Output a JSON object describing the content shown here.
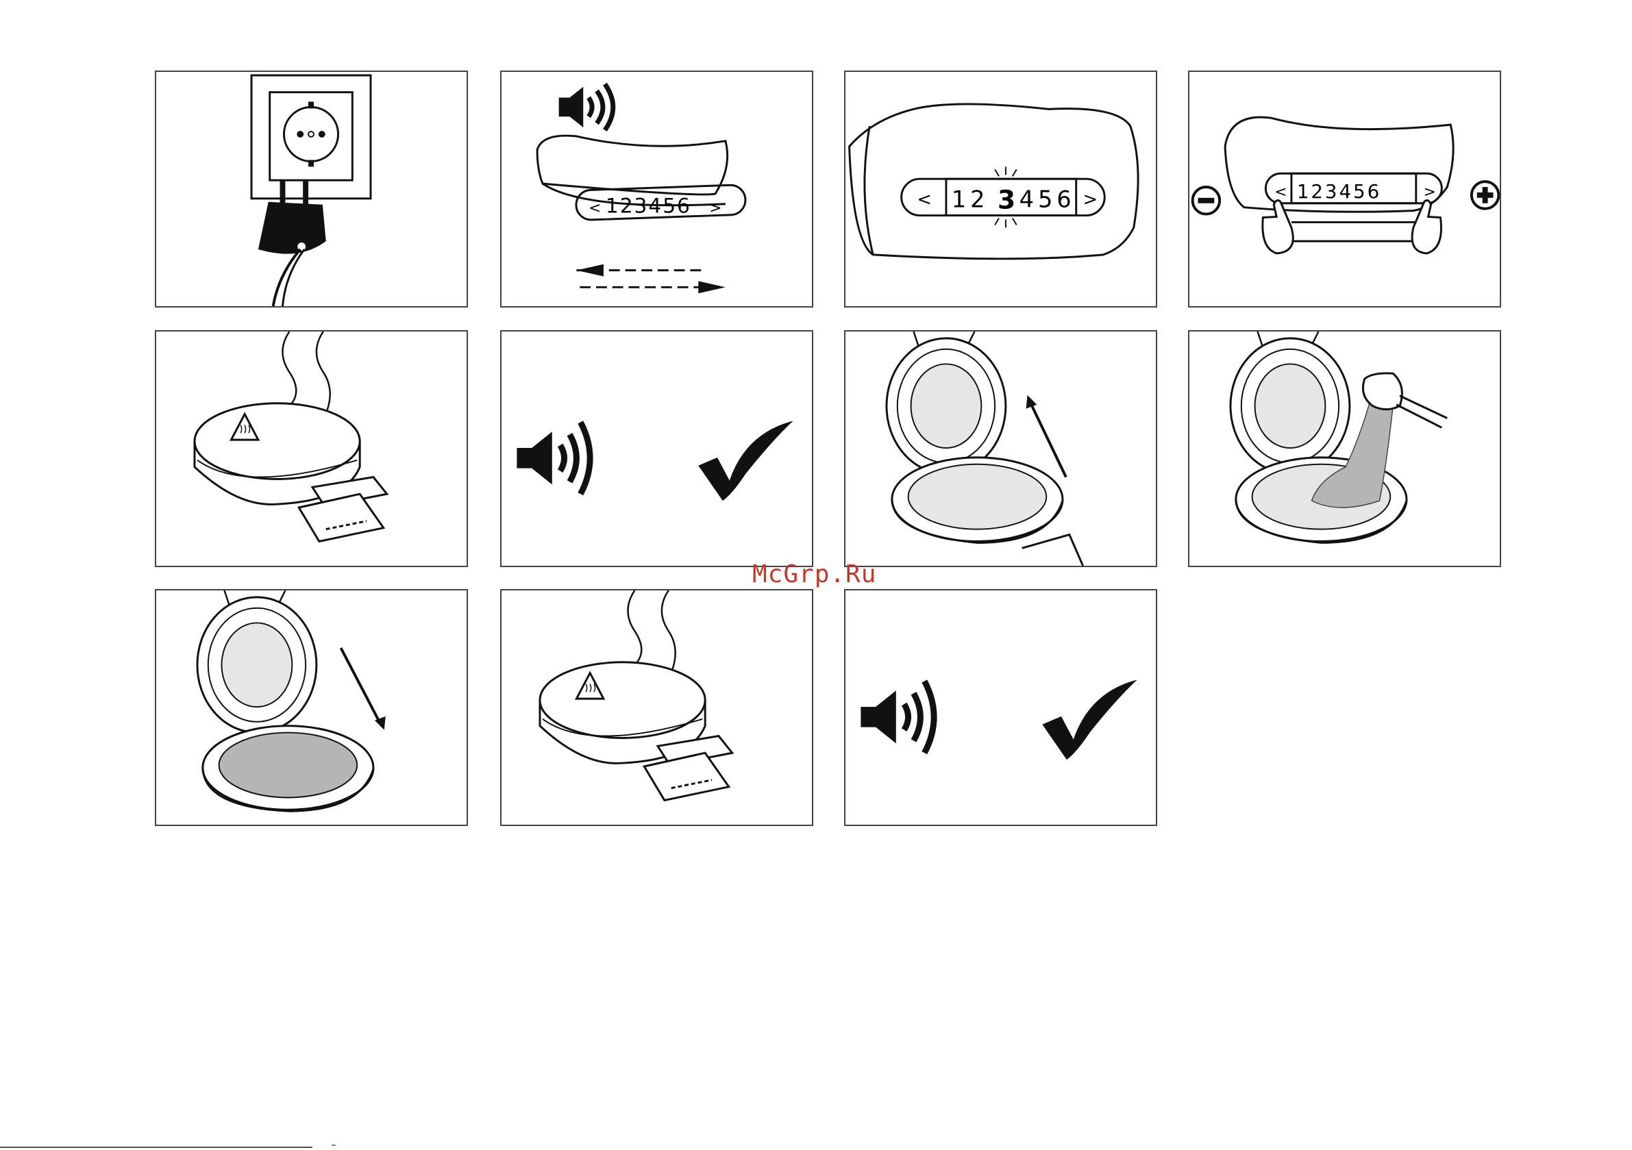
{
  "watermark": "McGrp.Ru",
  "panels": [
    {
      "id": "plug-in"
    },
    {
      "id": "beep-scroll",
      "display": {
        "left": "<",
        "digits": "123456",
        "right": ">"
      }
    },
    {
      "id": "level-select",
      "display": {
        "left": "<",
        "pre": "12",
        "selected": "3",
        "post": "456",
        "right": ">"
      }
    },
    {
      "id": "adjust-level",
      "display": {
        "left": "<",
        "digits": "123456",
        "right": ">"
      },
      "minus_symbol": "minus-icon",
      "plus_symbol": "plus-icon"
    },
    {
      "id": "preheat-closed"
    },
    {
      "id": "ready-beep-check"
    },
    {
      "id": "open-lid"
    },
    {
      "id": "pour-batter"
    },
    {
      "id": "close-lid"
    },
    {
      "id": "baking-closed"
    },
    {
      "id": "done-beep-check"
    }
  ],
  "colors": {
    "line": "#111111",
    "batter": "#b5b5b5",
    "border": "#444444",
    "watermark": "#c0392b"
  }
}
